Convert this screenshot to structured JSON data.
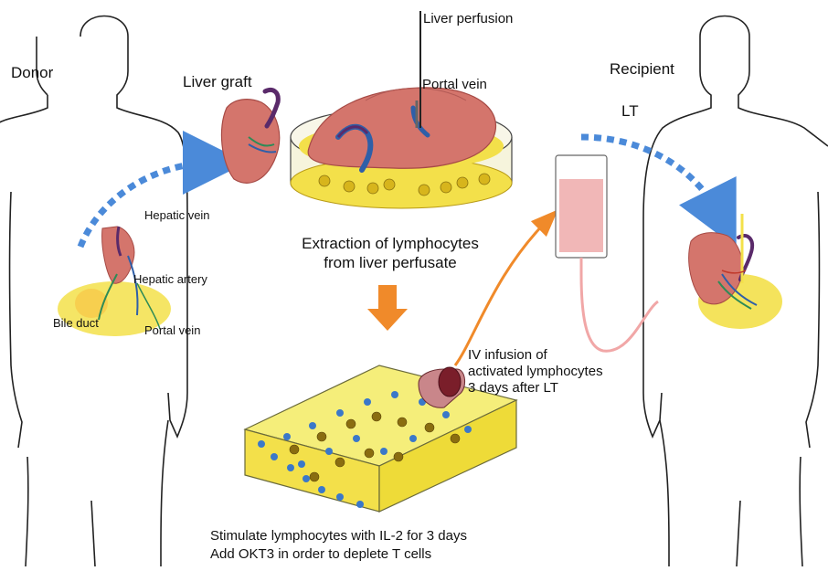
{
  "labels": {
    "donor": "Donor",
    "liver_graft": "Liver graft",
    "liver_perfusion": "Liver perfusion",
    "portal_vein_top": "Portal vein",
    "recipient": "Recipient",
    "lt": "LT",
    "hepatic_vein": "Hepatic vein",
    "hepatic_artery": "Hepatic artery",
    "bile_duct": "Bile duct",
    "portal_vein_donor": "Portal vein",
    "extraction": "Extraction of lymphocytes\nfrom liver perfusate",
    "iv_infusion": "IV infusion of\nactivated lymphocytes\n3 days after LT",
    "stimulate": "Stimulate lymphocytes with IL-2 for 3 days",
    "okt3": "Add OKT3 in order to deplete T cells"
  },
  "icons": {
    "donor_body": "human-silhouette",
    "recipient_body": "human-silhouette",
    "graft": "liver",
    "dish": "petri-dish",
    "bag": "iv-bag",
    "box": "culture-box",
    "arrow": "down-arrow"
  },
  "colors": {
    "liver": "#d4756c",
    "liver_dark": "#a64a45",
    "vessel_blue": "#2f5fa8",
    "vessel_purple": "#5a2a6a",
    "yellow": "#f3e04a",
    "yellow_dark": "#d9b81b",
    "dotted_arrow": "#4b8ad9",
    "orange": "#f08a2a",
    "lymph_blue": "#3a78c9",
    "bag_pink": "#f1b7b7"
  }
}
